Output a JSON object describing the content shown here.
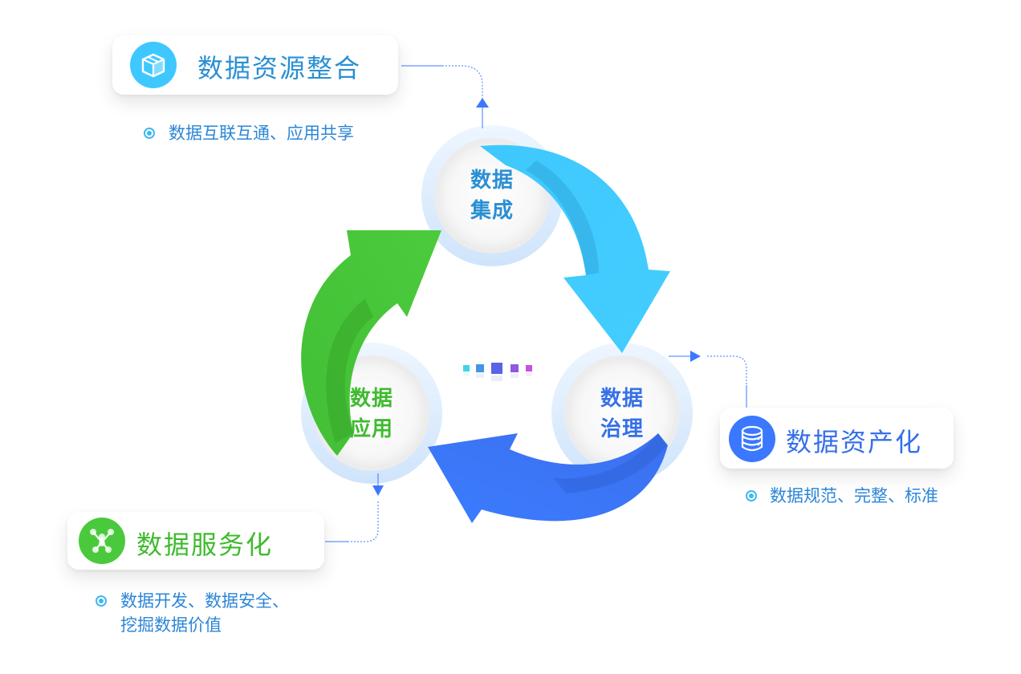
{
  "cycle": {
    "nodes": [
      {
        "id": "integration",
        "line1": "数据",
        "line2": "集成",
        "color": "#2a8fd4"
      },
      {
        "id": "governance",
        "line1": "数据",
        "line2": "治理",
        "color": "#3570e8"
      },
      {
        "id": "application",
        "line1": "数据",
        "line2": "应用",
        "color": "#3fba2e"
      }
    ],
    "arrow_colors": {
      "cyan": "#3ecbff",
      "blue": "#3b78ff",
      "green": "#4bc93c"
    },
    "center_squares": [
      "#3ed4e6",
      "#4296e6",
      "#5a62e6",
      "#9058e0",
      "#c454e0"
    ]
  },
  "cards": [
    {
      "id": "resource-integration",
      "title": "数据资源整合",
      "icon": "box-icon",
      "title_color": "#2a8fd4",
      "icon_color": "#3ec8ff",
      "bullets": [
        "数据互联互通、应用共享"
      ]
    },
    {
      "id": "assetization",
      "title": "数据资产化",
      "icon": "database-icon",
      "title_color": "#3570e8",
      "icon_color": "#3b78ff",
      "bullets": [
        "数据规范、完整、标准"
      ]
    },
    {
      "id": "servitization",
      "title": "数据服务化",
      "icon": "network-icon",
      "title_color": "#3fba2e",
      "icon_color": "#4bc93c",
      "bullets": [
        "数据开发、数据安全、",
        "挖掘数据价值"
      ]
    }
  ],
  "connector_color": "#3b78ff"
}
